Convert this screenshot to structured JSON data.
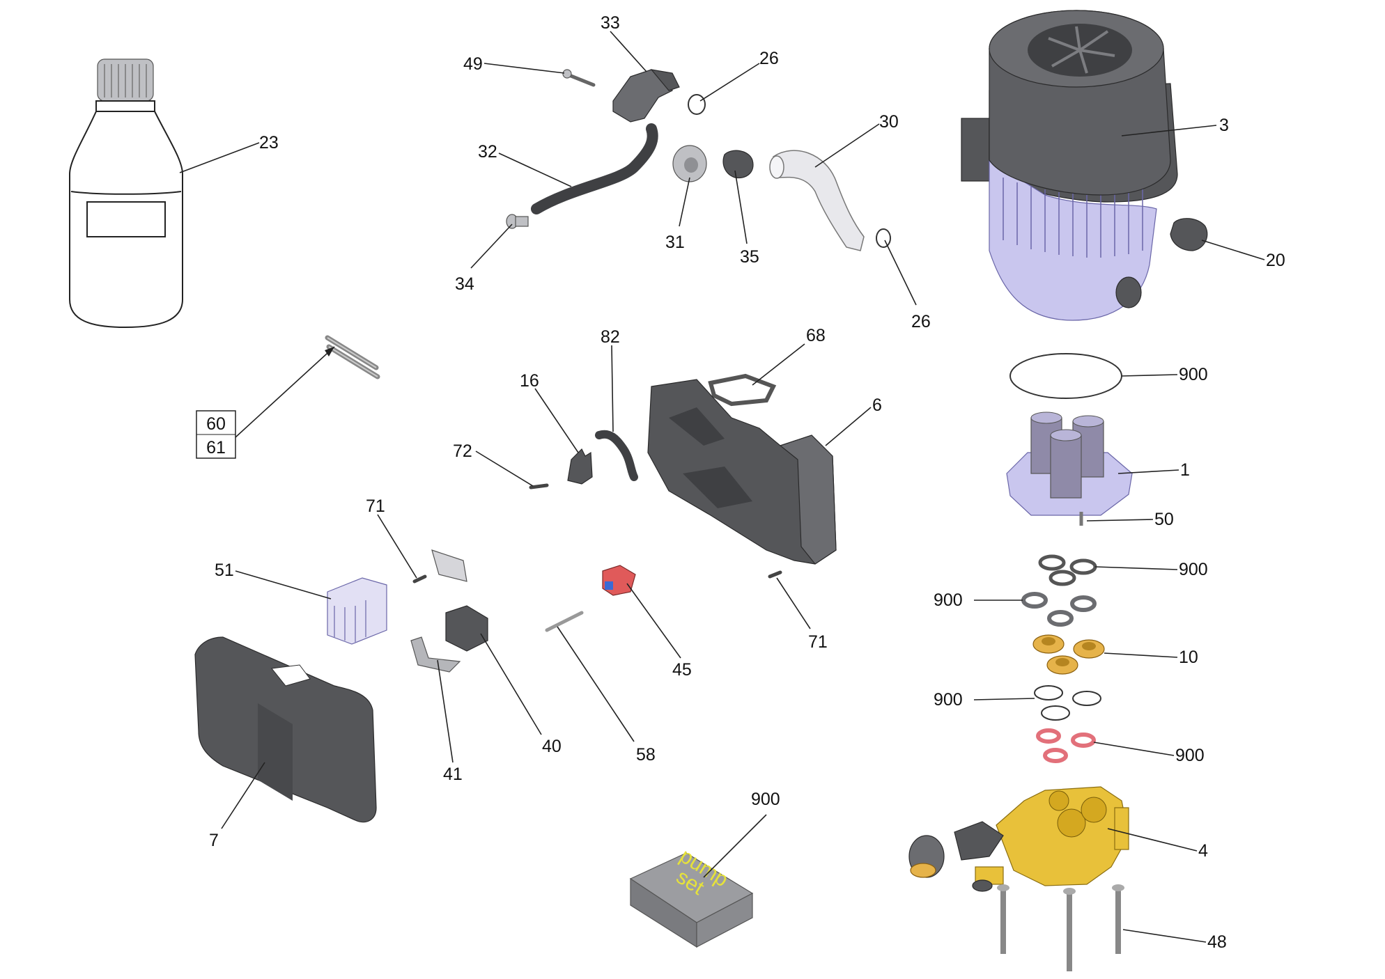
{
  "callouts": {
    "c23": "23",
    "c33": "33",
    "c49": "49",
    "c26a": "26",
    "c30": "30",
    "c32": "32",
    "c31": "31",
    "c35": "35",
    "c34": "34",
    "c26b": "26",
    "c3": "3",
    "c20": "20",
    "c900a": "900",
    "c1": "1",
    "c50": "50",
    "c900b": "900",
    "c900c": "900",
    "c10": "10",
    "c900d": "900",
    "c900e": "900",
    "c4": "4",
    "c48": "48",
    "c68": "68",
    "c82": "82",
    "c16": "16",
    "c6": "6",
    "c72": "72",
    "c71a": "71",
    "c51": "51",
    "c45": "45",
    "c71b": "71",
    "c40": "40",
    "c41": "41",
    "c58": "58",
    "c7": "7",
    "c900f": "900"
  },
  "boxed_callout": {
    "line1": "60",
    "line2": "61"
  },
  "kit_box": {
    "line1": "pump",
    "line2": "set"
  },
  "colors": {
    "dark_part": "#555659",
    "motor_fins": "#c9c6ee",
    "brass_pump": "#e8c13a",
    "seal_red": "#e2707a",
    "kit_text": "#e6e23a",
    "box_gray": "#9c9da1"
  }
}
